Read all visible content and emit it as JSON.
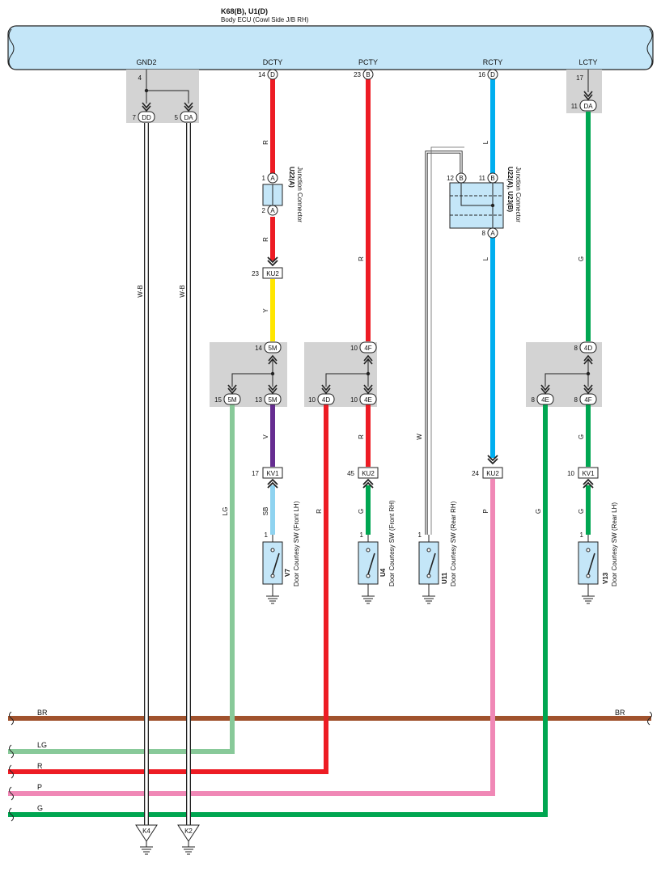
{
  "ecu": {
    "name": "K68(B), U1(D)",
    "description": "Body ECU (Cowl Side J/B RH)"
  },
  "terminals": {
    "gnd2": {
      "label": "GND2",
      "pin": "4"
    },
    "dcty": {
      "label": "DCTY",
      "pin": "14",
      "connector": "D"
    },
    "pcty": {
      "label": "PCTY",
      "pin": "23",
      "connector": "B"
    },
    "rcty": {
      "label": "RCTY",
      "pin": "16",
      "connector": "D"
    },
    "lcty": {
      "label": "LCTY",
      "pin": "17"
    }
  },
  "connectors": {
    "gnd_dd": {
      "pin": "7",
      "code": "DD"
    },
    "gnd_da": {
      "pin": "5",
      "code": "DA"
    },
    "lcty_da": {
      "pin": "11",
      "code": "DA"
    },
    "u22a_in": {
      "pin": "1",
      "code": "A"
    },
    "u22a_out": {
      "pin": "2",
      "code": "A"
    },
    "u22_b12": {
      "pin": "12",
      "code": "B"
    },
    "u22_b11": {
      "pin": "11",
      "code": "B"
    },
    "u22_a8": {
      "pin": "8",
      "code": "A"
    },
    "ku2_23": {
      "pin": "23",
      "code": "KU2"
    },
    "j5m_14": {
      "pin": "14",
      "code": "5M"
    },
    "j5m_15": {
      "pin": "15",
      "code": "5M"
    },
    "j5m_13": {
      "pin": "13",
      "code": "5M"
    },
    "j4f_10": {
      "pin": "10",
      "code": "4F"
    },
    "j4d_10": {
      "pin": "10",
      "code": "4D"
    },
    "j4e_10": {
      "pin": "10",
      "code": "4E"
    },
    "j4d_8": {
      "pin": "8",
      "code": "4D"
    },
    "j4e_8": {
      "pin": "8",
      "code": "4E"
    },
    "j4f_8": {
      "pin": "8",
      "code": "4F"
    },
    "kv1_17": {
      "pin": "17",
      "code": "KV1"
    },
    "ku2_45": {
      "pin": "45",
      "code": "KU2"
    },
    "ku2_24": {
      "pin": "24",
      "code": "KU2"
    },
    "kv1_10": {
      "pin": "10",
      "code": "KV1"
    }
  },
  "junctions": {
    "u22a": {
      "code": "U22(A)",
      "name": "Junction Connector"
    },
    "u22b": {
      "code": "U22(A), U23(B)",
      "name": "Junction Connector"
    }
  },
  "switches": {
    "v7": {
      "code": "V7",
      "name": "Door Courtesy SW (Front LH)",
      "pin": "1"
    },
    "u4": {
      "code": "U4",
      "name": "Door Courtesy SW (Front RH)",
      "pin": "1"
    },
    "u11": {
      "code": "U11",
      "name": "Door Courtesy SW (Rear RH)",
      "pin": "1"
    },
    "v13": {
      "code": "V13",
      "name": "Door Courtesy SW (Rear LH)",
      "pin": "1"
    }
  },
  "wire_labels": {
    "gnd_left": "W-B",
    "gnd_right": "W-B",
    "dcty_1": "R",
    "dcty_2": "R",
    "dcty_3": "Y",
    "dcty_4": "V",
    "dcty_5": "SB",
    "dcty_lg": "LG",
    "pcty_1": "R",
    "pcty_2": "R",
    "pcty_3": "G",
    "pcty_r": "R",
    "rcty_1": "L",
    "rcty_2": "L",
    "rcty_w": "W",
    "rcty_p": "P",
    "lcty_1": "G",
    "lcty_2": "G",
    "lcty_3": "G",
    "lcty_g": "G"
  },
  "buses": [
    {
      "label": "BR",
      "label_right": "BR",
      "color": "#a0522d"
    },
    {
      "label": "LG",
      "color": "#88c999"
    },
    {
      "label": "R",
      "color": "#ed1c24"
    },
    {
      "label": "P",
      "color": "#f088b6"
    },
    {
      "label": "G",
      "color": "#00a651"
    }
  ],
  "grounds": {
    "k4": "K4",
    "k2": "K2"
  },
  "colors": {
    "ecu_fill": "#c4e6f8",
    "block_fill": "#d3d3d3",
    "red": "#ed1c24",
    "yellow": "#ffe600",
    "violet": "#662d91",
    "sky": "#8fd3f0",
    "blue": "#00aeef",
    "green": "#00a651",
    "light_green": "#88c999",
    "pink": "#f088b6",
    "brown": "#a0522d"
  }
}
